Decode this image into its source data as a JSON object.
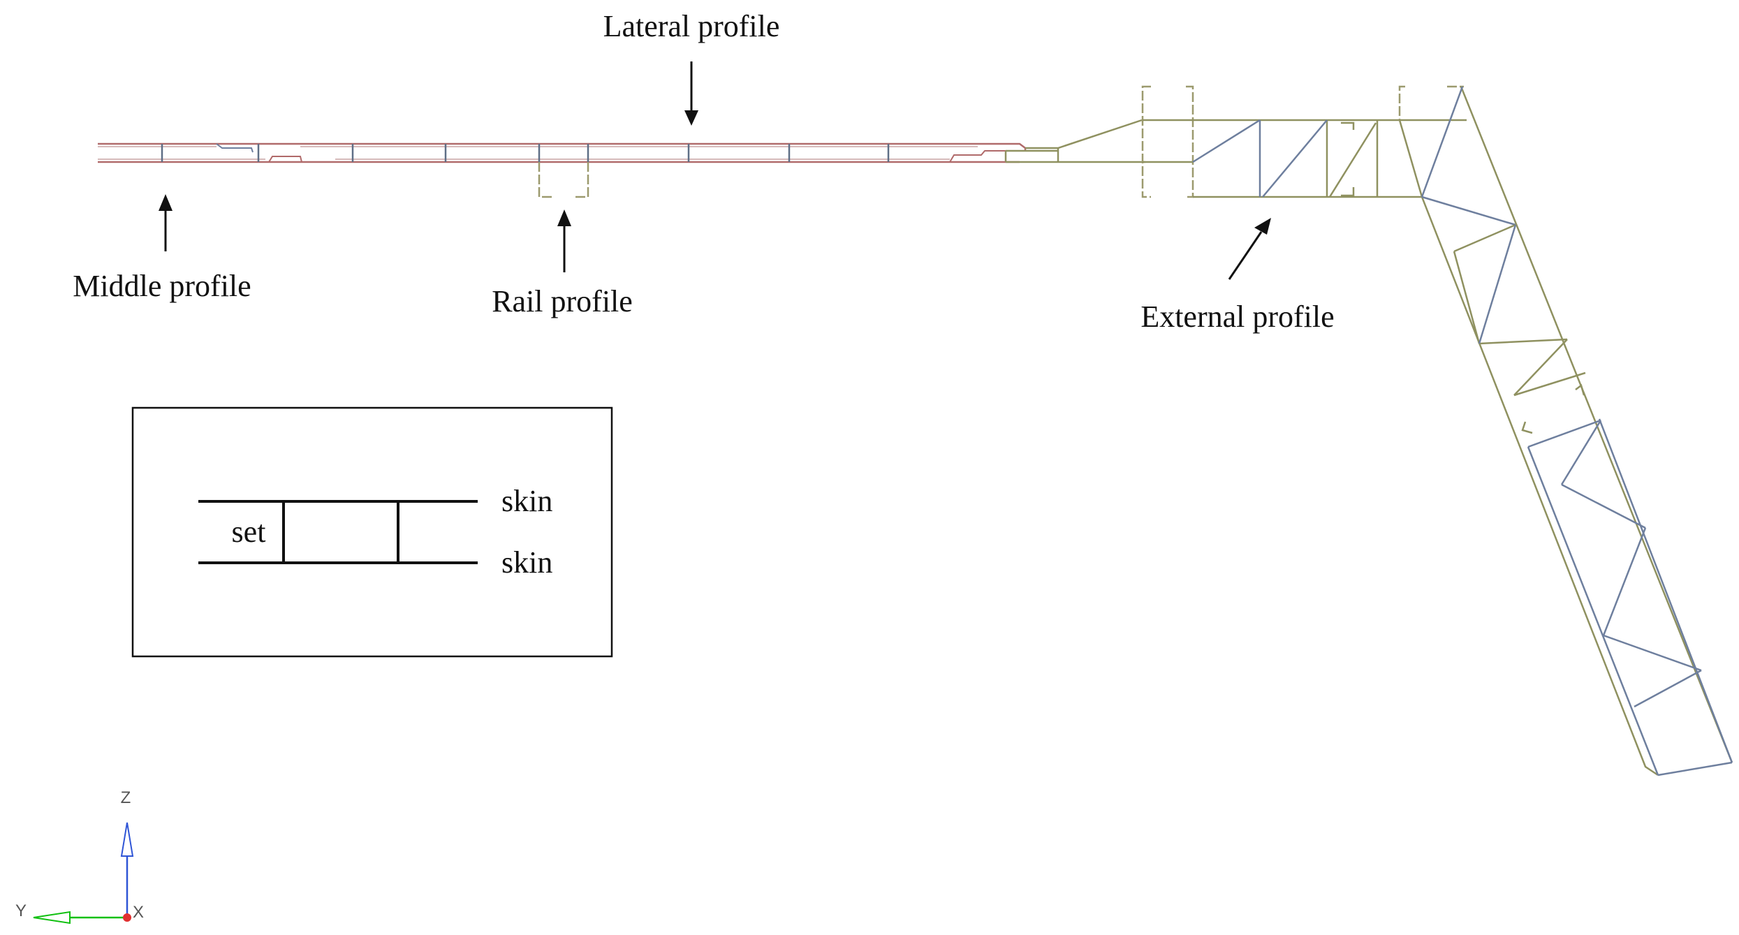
{
  "labels": {
    "lateral": "Lateral profile",
    "middle": "Middle profile",
    "rail": "Rail profile",
    "external": "External profile"
  },
  "legend": {
    "set": "set",
    "skin_top": "skin",
    "skin_bottom": "skin"
  },
  "axes": {
    "z": "Z",
    "y": "Y",
    "x": "X"
  },
  "colors": {
    "middle_profile": "#b06a6a",
    "lateral_profile": "#b06a6a",
    "rail_profile": "#9c9a6e",
    "external_profile": "#8f9160",
    "diagonals": "#6e7f9e",
    "webs": "#5f6f86",
    "z_axis": "#2f55d6",
    "y_axis": "#10c010",
    "origin": "#e03030"
  }
}
